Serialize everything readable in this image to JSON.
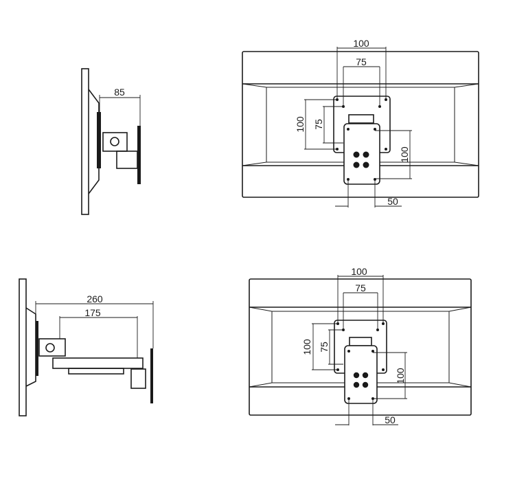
{
  "drawing": {
    "side_view_retracted": {
      "depth_label": "85"
    },
    "front_view_top": {
      "outer_vesa_h": "100",
      "inner_vesa_h": "75",
      "outer_vesa_v": "100",
      "inner_vesa_v": "75",
      "wall_plate_v": "100",
      "wall_plate_h": "50"
    },
    "side_view_extended": {
      "max_extension_label": "260",
      "arm_length_label": "175"
    },
    "front_view_bottom": {
      "outer_vesa_h": "100",
      "inner_vesa_h": "75",
      "outer_vesa_v": "100",
      "inner_vesa_v": "75",
      "wall_plate_v": "100",
      "wall_plate_h": "50"
    }
  }
}
